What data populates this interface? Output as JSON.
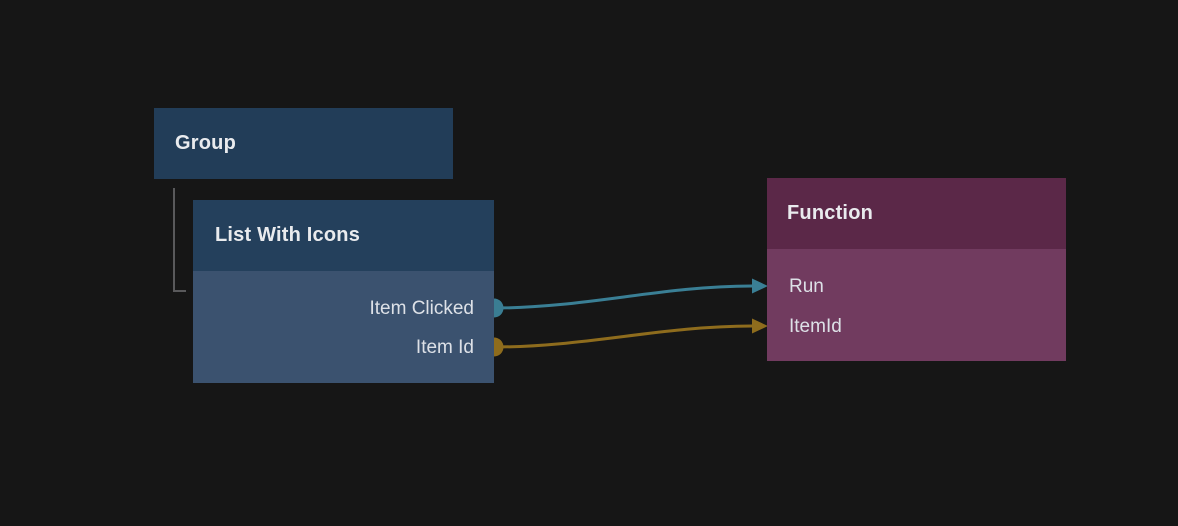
{
  "app": {
    "background_color": "#161616",
    "hierarchy_line_color": "#59595b"
  },
  "nodes": {
    "group": {
      "title": "Group",
      "header_color": "#223d58",
      "title_color": "#e9ebee"
    },
    "list_with_icons": {
      "title": "List With Icons",
      "header_color": "#24405c",
      "body_color": "#3b526f",
      "outputs": [
        {
          "label": "Item Clicked",
          "port_color": "#3a7d93"
        },
        {
          "label": "Item Id",
          "port_color": "#8e6c1d"
        }
      ]
    },
    "function": {
      "title": "Function",
      "header_color": "#5b2848",
      "body_color": "#713b5f",
      "inputs": [
        {
          "label": "Run",
          "port_color": "#3a7f95"
        },
        {
          "label": "ItemId",
          "port_color": "#8e6c1d"
        }
      ]
    }
  },
  "edges": [
    {
      "from": "Item Clicked",
      "to": "Run",
      "color": "#3a7f95"
    },
    {
      "from": "Item Id",
      "to": "ItemId",
      "color": "#8e6c1d"
    }
  ]
}
